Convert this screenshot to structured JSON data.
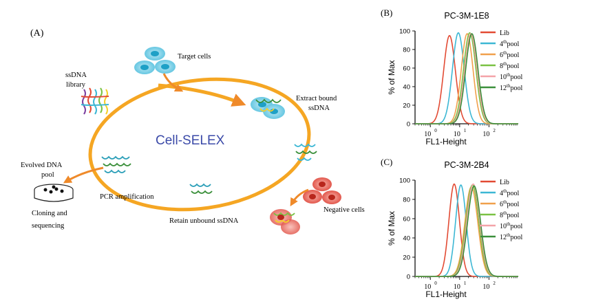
{
  "panel_a": {
    "label": "(A)",
    "center_title": "Cell-SELEX",
    "target_cells": "Target  cells",
    "ssdna_library_1": "ssDNA",
    "ssdna_library_2": "library",
    "extract_1": "Extract bound",
    "extract_2": "ssDNA",
    "evolved_1": "Evolved DNA",
    "evolved_2": "pool",
    "pcr": "PCR amplification",
    "cloning_1": "Cloning and",
    "cloning_2": "sequencing",
    "retain": "Retain unbound ssDNA",
    "negative": "Negative cells",
    "colors": {
      "loop": "#f5a623",
      "cell_target": "#4fc3e0",
      "cell_negative": "#e2574c",
      "title": "#3b4aa8"
    }
  },
  "chart_data": [
    {
      "type": "line",
      "panel_label": "(B)",
      "title": "PC-3M-1E8",
      "xlabel": "FL1-Height",
      "ylabel": "% of Max",
      "xscale": "log",
      "xlim": [
        0.3,
        1000
      ],
      "ylim": [
        0,
        100
      ],
      "x_ticks": [
        1,
        10,
        100
      ],
      "x_tick_labels": [
        "10",
        "10",
        "10"
      ],
      "x_tick_exponents": [
        "0",
        "1",
        "2"
      ],
      "y_ticks": [
        0,
        20,
        40,
        60,
        80,
        100
      ],
      "legend_placement": "right",
      "series": [
        {
          "name": "Lib",
          "sup": "",
          "suffix": "",
          "peak_x": 4.5,
          "width": 0.2,
          "peak_y": 95,
          "color": "#e24a33"
        },
        {
          "name": "4",
          "sup": "th",
          "suffix": "pool",
          "peak_x": 9,
          "width": 0.2,
          "peak_y": 98,
          "color": "#3cb7d4"
        },
        {
          "name": "6",
          "sup": "th",
          "suffix": "pool",
          "peak_x": 18,
          "width": 0.2,
          "peak_y": 97,
          "color": "#f0a04b"
        },
        {
          "name": "8",
          "sup": "th",
          "suffix": "pool",
          "peak_x": 22,
          "width": 0.21,
          "peak_y": 98,
          "color": "#7ac143"
        },
        {
          "name": "10",
          "sup": "th",
          "suffix": "pool",
          "peak_x": 24,
          "width": 0.21,
          "peak_y": 97,
          "color": "#f4a3a8"
        },
        {
          "name": "12",
          "sup": "th",
          "suffix": "pool",
          "peak_x": 26,
          "width": 0.21,
          "peak_y": 97,
          "color": "#3a8f3a"
        }
      ]
    },
    {
      "type": "line",
      "panel_label": "(C)",
      "title": "PC-3M-2B4",
      "xlabel": "FL1-Height",
      "ylabel": "% of Max",
      "xscale": "log",
      "xlim": [
        0.3,
        1000
      ],
      "ylim": [
        0,
        100
      ],
      "x_ticks": [
        1,
        10,
        100
      ],
      "x_tick_labels": [
        "10",
        "10",
        "10"
      ],
      "x_tick_exponents": [
        "0",
        "1",
        "2"
      ],
      "y_ticks": [
        0,
        20,
        40,
        60,
        80,
        100
      ],
      "legend_placement": "right",
      "series": [
        {
          "name": "Lib",
          "sup": "",
          "suffix": "",
          "peak_x": 6.5,
          "width": 0.18,
          "peak_y": 96,
          "color": "#e24a33"
        },
        {
          "name": "4",
          "sup": "th",
          "suffix": "pool",
          "peak_x": 11,
          "width": 0.18,
          "peak_y": 95,
          "color": "#3cb7d4"
        },
        {
          "name": "6",
          "sup": "th",
          "suffix": "pool",
          "peak_x": 25,
          "width": 0.22,
          "peak_y": 93,
          "color": "#f0a04b"
        },
        {
          "name": "8",
          "sup": "th",
          "suffix": "pool",
          "peak_x": 27,
          "width": 0.22,
          "peak_y": 95,
          "color": "#7ac143"
        },
        {
          "name": "10",
          "sup": "th",
          "suffix": "pool",
          "peak_x": 29,
          "width": 0.22,
          "peak_y": 96,
          "color": "#f4a3a8"
        },
        {
          "name": "12",
          "sup": "th",
          "suffix": "pool",
          "peak_x": 31,
          "width": 0.22,
          "peak_y": 94,
          "color": "#3a8f3a"
        }
      ]
    }
  ]
}
